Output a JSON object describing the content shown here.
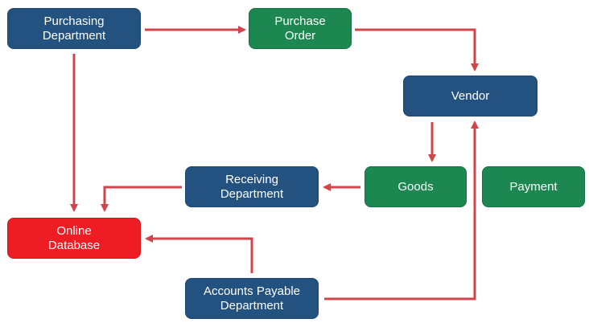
{
  "colors": {
    "blue_box": "#235180",
    "green_box": "#1c8750",
    "red_box": "#ee1d24",
    "arrow": "#cf454b",
    "text": "#ffffff"
  },
  "nodes": {
    "purchasing_department": "Purchasing\nDepartment",
    "purchase_order": "Purchase\nOrder",
    "vendor": "Vendor",
    "receiving_department": "Receiving\nDepartment",
    "goods": "Goods",
    "payment": "Payment",
    "online_database": "Online\nDatabase",
    "accounts_payable_department": "Accounts Payable\nDepartment"
  },
  "connections": [
    {
      "from": "Purchasing Department",
      "to": "Purchase Order"
    },
    {
      "from": "Purchase Order",
      "to": "Vendor"
    },
    {
      "from": "Vendor",
      "to": "Goods"
    },
    {
      "from": "Goods",
      "to": "Receiving Department"
    },
    {
      "from": "Receiving Department",
      "to": "Online Database"
    },
    {
      "from": "Purchasing Department",
      "to": "Online Database"
    },
    {
      "from": "Accounts Payable Department",
      "to": "Online Database"
    },
    {
      "from": "Accounts Payable Department",
      "to": "Vendor"
    }
  ]
}
